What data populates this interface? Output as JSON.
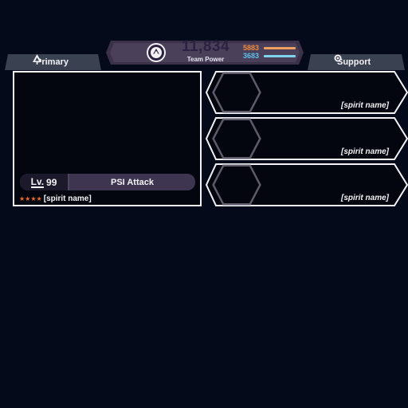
{
  "header": {
    "team_power_value": "11,834",
    "team_power_label": "Team Power",
    "attack_value": "5883",
    "defense_value": "3683",
    "emblem_icon": "spirit-emblem-icon"
  },
  "tabs": {
    "primary_label": "Primary",
    "primary_icon": "triangle-icon",
    "support_label": "Support",
    "support_icon": "circle-icon"
  },
  "primary": {
    "level_prefix": "Lv.",
    "level_number": "99",
    "attack_type": "PSI Attack",
    "stars": "★★★★",
    "spirit_name": "[spirit name]"
  },
  "support": {
    "slots": [
      {
        "spirit_name": "[spirit name]"
      },
      {
        "spirit_name": "[spirit name]"
      },
      {
        "spirit_name": "[spirit name]"
      }
    ]
  },
  "colors": {
    "background": "#050a1a",
    "attack": "#f08a3c",
    "defense": "#5fc0e8",
    "star": "#f06a30",
    "panel": "#3e3550"
  }
}
